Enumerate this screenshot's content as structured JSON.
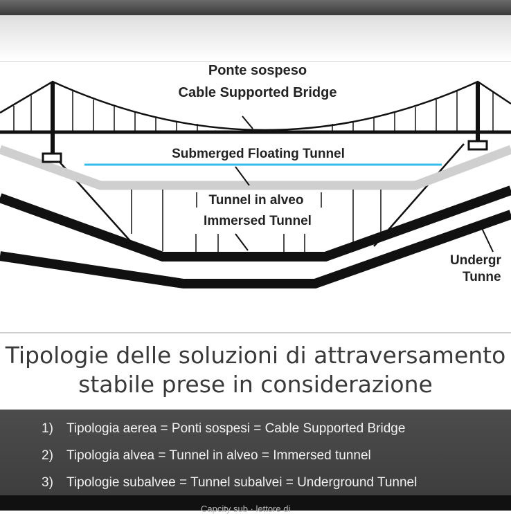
{
  "diagram": {
    "bridge_label_it": "Ponte sospeso",
    "bridge_label_en": "Cable Supported Bridge",
    "floating_label": "Submerged Floating Tunnel",
    "immersed_label_it": "Tunnel in alveo",
    "immersed_label_en": "Immersed Tunnel",
    "underground_label_1": "Undergr",
    "underground_label_2": "Tunne",
    "water_color": "#33bde8",
    "structure_color": "#111111",
    "floating_tunnel_color": "#cfcfcf"
  },
  "title": {
    "line1": "Tipologie delle soluzioni di attraversamento",
    "line2": "stabile prese in considerazione"
  },
  "list": [
    {
      "num": "1)",
      "text": "Tipologia aerea = Ponti sospesi = Cable Supported Bridge"
    },
    {
      "num": "2)",
      "text": "Tipologia alvea = Tunnel in alveo = Immersed tunnel"
    },
    {
      "num": "3)",
      "text": "Tipologie subalvee = Tunnel subalvei = Underground Tunnel"
    }
  ],
  "footer": {
    "text": "Capcity sub  ·  lettore di"
  }
}
